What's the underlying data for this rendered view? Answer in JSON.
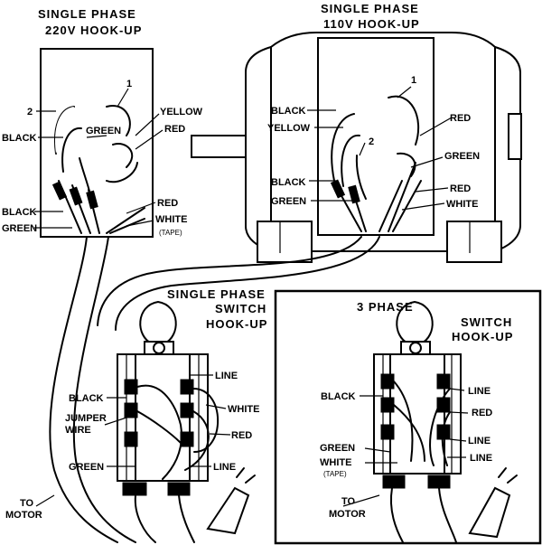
{
  "diagrams": {
    "single_220": {
      "title_line1": "SINGLE PHASE",
      "title_line2": "220V HOOK-UP",
      "terminal_1": "1",
      "terminal_2": "2",
      "black_top": "BLACK",
      "green_top": "GREEN",
      "yellow": "YELLOW",
      "red_top": "RED",
      "black_bottom": "BLACK",
      "green_bottom": "GREEN",
      "red_bottom": "RED",
      "white": "WHITE",
      "tape": "(TAPE)"
    },
    "single_110": {
      "title_line1": "SINGLE PHASE",
      "title_line2": "110V HOOK-UP",
      "terminal_1": "1",
      "terminal_2": "2",
      "black_top": "BLACK",
      "yellow": "YELLOW",
      "red_top": "RED",
      "green_top": "GREEN",
      "black_bottom": "BLACK",
      "green_bottom": "GREEN",
      "red_bottom": "RED",
      "white": "WHITE"
    },
    "single_switch": {
      "title_line1": "SINGLE PHASE",
      "title_line2": "SWITCH",
      "title_line3": "HOOK-UP",
      "line_top": "LINE",
      "black": "BLACK",
      "white": "WHITE",
      "jumper_line1": "JUMPER",
      "jumper_line2": "WIRE",
      "red": "RED",
      "green": "GREEN",
      "line_bottom": "LINE",
      "to_line1": "TO",
      "to_line2": "MOTOR"
    },
    "three_phase_switch": {
      "title_line1": "3 PHASE",
      "title_line2": "SWITCH",
      "title_line3": "HOOK-UP",
      "black": "BLACK",
      "line1": "LINE",
      "red": "RED",
      "line2": "LINE",
      "green": "GREEN",
      "white": "WHITE",
      "tape": "(TAPE)",
      "line3": "LINE",
      "to_line1": "TO",
      "to_line2": "MOTOR"
    }
  }
}
